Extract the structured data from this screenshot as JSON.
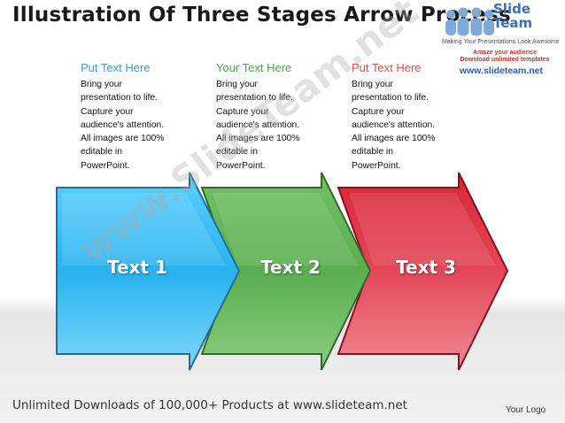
{
  "title": "Illustration Of Three Stages Arrow Process",
  "logo": {
    "name_line1": "Slide",
    "name_line2": "Team",
    "tagline": "Making Your Presentations Look Awesome",
    "promo_line1": "Amaze your audience",
    "promo_line2": "Download unlimited templates",
    "url": "www.slideteam.net"
  },
  "columns": [
    {
      "heading": "Put Text Here",
      "heading_color": "#3b9bd8",
      "lines": [
        "Bring your",
        "presentation to life.",
        "Capture your",
        "audience's attention.",
        "All images are 100%",
        "editable in",
        "PowerPoint."
      ]
    },
    {
      "heading": "Your Text Here",
      "heading_color": "#4ea64a",
      "lines": [
        "Bring your",
        "presentation to life.",
        "Capture your",
        "audience's attention.",
        "All images are 100%",
        "editable in",
        "PowerPoint."
      ]
    },
    {
      "heading": "Put Text Here",
      "heading_color": "#d9534f",
      "lines": [
        "Bring your",
        "presentation to life.",
        "Capture your",
        "audience's attention.",
        "All images are 100%",
        "editable in",
        "PowerPoint."
      ]
    }
  ],
  "stages": [
    {
      "label": "Text 1",
      "color": "#36b6f0"
    },
    {
      "label": "Text 2",
      "color": "#5fb557"
    },
    {
      "label": "Text 3",
      "color": "#e0424f"
    }
  ],
  "watermark": "www.SlideTeam.net",
  "footer": "Unlimited Downloads of 100,000+ Products at www.slideteam.net",
  "your_logo": "Your Logo"
}
